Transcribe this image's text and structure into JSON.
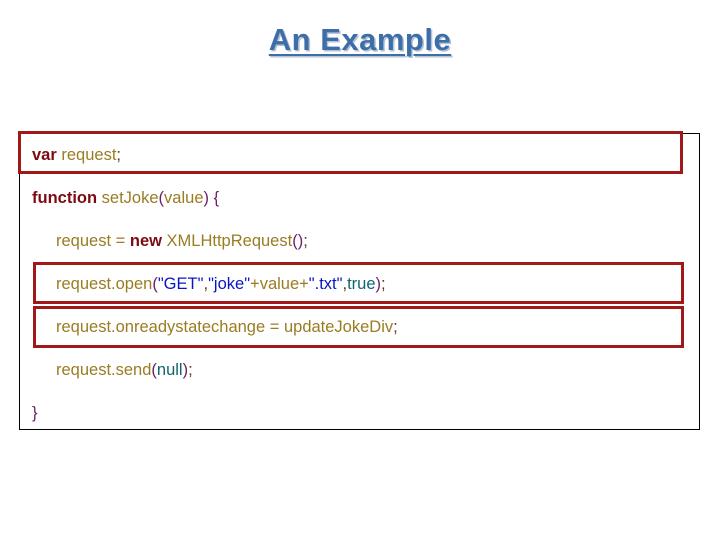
{
  "slide": {
    "title": "An Example",
    "title_color": "#3D6EA8",
    "highlight_border_color": "#A01818",
    "frame_border_color": "#000000"
  },
  "syntax_colors": {
    "keyword": "#7E0B14",
    "identifier": "#9A7C22",
    "string": "#0B14C4",
    "literal": "#0F6470",
    "punctuation": "#6C1F63",
    "semicolon": "#5E3A10"
  },
  "code": {
    "language": "javascript",
    "lines": [
      {
        "id": "line-var-request",
        "indent": 0,
        "highlighted": true,
        "plain_text": "var request;",
        "tokens": [
          {
            "text": "var",
            "type": "keyword"
          },
          {
            "text": " ",
            "type": "plain"
          },
          {
            "text": "request",
            "type": "identifier"
          },
          {
            "text": ";",
            "type": "semicolon"
          }
        ]
      },
      {
        "id": "line-function-setjoke",
        "indent": 0,
        "highlighted": false,
        "plain_text": "function setJoke(value) {",
        "tokens": [
          {
            "text": "function",
            "type": "keyword"
          },
          {
            "text": " ",
            "type": "plain"
          },
          {
            "text": "setJoke",
            "type": "identifier"
          },
          {
            "text": "(",
            "type": "punctuation"
          },
          {
            "text": "value",
            "type": "identifier"
          },
          {
            "text": ")",
            "type": "punctuation"
          },
          {
            "text": " ",
            "type": "plain"
          },
          {
            "text": "{",
            "type": "punctuation"
          }
        ]
      },
      {
        "id": "line-new-xmlhttprequest",
        "indent": 1,
        "highlighted": false,
        "plain_text": "request = new XMLHttpRequest();",
        "tokens": [
          {
            "text": "request ",
            "type": "identifier"
          },
          {
            "text": "= ",
            "type": "identifier"
          },
          {
            "text": "new",
            "type": "keyword"
          },
          {
            "text": " ",
            "type": "plain"
          },
          {
            "text": "XMLHttpRequest",
            "type": "identifier"
          },
          {
            "text": "(",
            "type": "punctuation"
          },
          {
            "text": ")",
            "type": "punctuation"
          },
          {
            "text": ";",
            "type": "semicolon"
          }
        ]
      },
      {
        "id": "line-request-open",
        "indent": 1,
        "highlighted": true,
        "plain_text": "request.open(\"GET\",\"joke\"+value+\".txt\",true);",
        "tokens": [
          {
            "text": "request.open",
            "type": "identifier"
          },
          {
            "text": "(",
            "type": "punctuation"
          },
          {
            "text": "\"GET\"",
            "type": "string"
          },
          {
            "text": ",",
            "type": "semicolon"
          },
          {
            "text": "\"joke\"",
            "type": "string"
          },
          {
            "text": "+",
            "type": "identifier"
          },
          {
            "text": "value",
            "type": "identifier"
          },
          {
            "text": "+",
            "type": "identifier"
          },
          {
            "text": "\".txt\"",
            "type": "string"
          },
          {
            "text": ",",
            "type": "semicolon"
          },
          {
            "text": "true",
            "type": "literal"
          },
          {
            "text": ")",
            "type": "punctuation"
          },
          {
            "text": ";",
            "type": "semicolon"
          }
        ]
      },
      {
        "id": "line-onreadystatechange",
        "indent": 1,
        "highlighted": true,
        "plain_text": "request.onreadystatechange = updateJokeDiv;",
        "tokens": [
          {
            "text": "request.onreadystatechange",
            "type": "identifier"
          },
          {
            "text": " = ",
            "type": "identifier"
          },
          {
            "text": "updateJokeDiv",
            "type": "identifier"
          },
          {
            "text": ";",
            "type": "semicolon"
          }
        ]
      },
      {
        "id": "line-request-send",
        "indent": 1,
        "highlighted": false,
        "plain_text": "request.send(null);",
        "tokens": [
          {
            "text": "request.send",
            "type": "identifier"
          },
          {
            "text": "(",
            "type": "punctuation"
          },
          {
            "text": "null",
            "type": "literal"
          },
          {
            "text": ")",
            "type": "punctuation"
          },
          {
            "text": ";",
            "type": "semicolon"
          }
        ]
      },
      {
        "id": "line-close-brace",
        "indent": 0,
        "highlighted": false,
        "plain_text": "}",
        "tokens": [
          {
            "text": "}",
            "type": "punctuation"
          }
        ]
      }
    ]
  }
}
